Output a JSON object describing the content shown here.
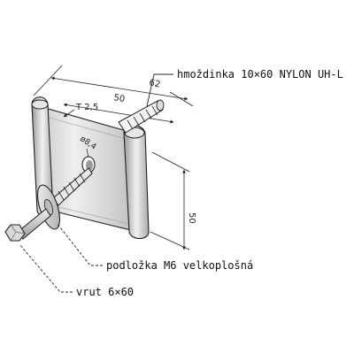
{
  "labels": {
    "anchor": "hmoždinka 10×60 NYLON UH-L",
    "washer": "podložka M6 velkoplošná",
    "screw": "vrut 6×60"
  },
  "dimensions": {
    "top_overall": "62",
    "top_inner": "50",
    "height": "50",
    "thickness": "T 2,5",
    "hole": "ø8,4"
  },
  "colors": {
    "line": "#222222",
    "metal_light": "#eeeeee",
    "metal_mid": "#bdbdbd",
    "metal_dark": "#8a8a8a"
  }
}
